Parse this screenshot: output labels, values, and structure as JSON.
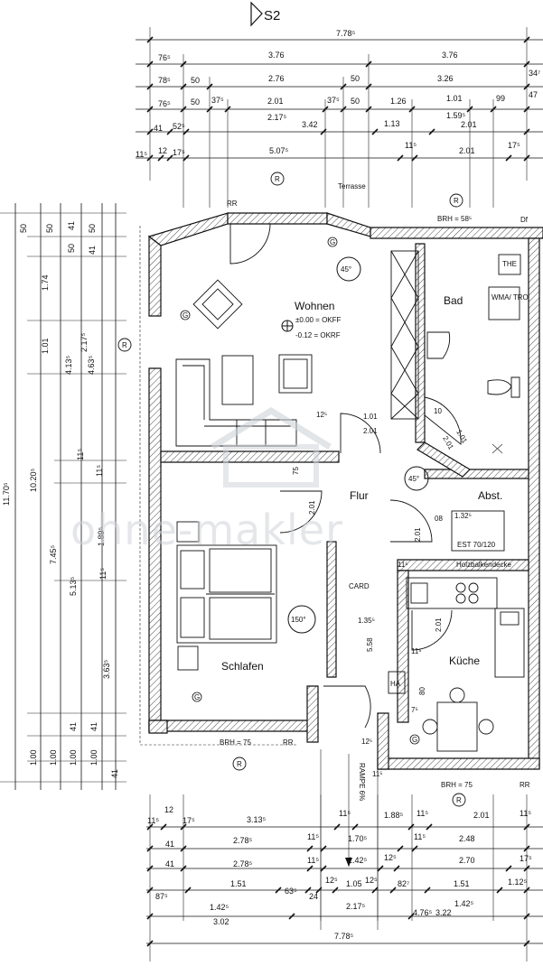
{
  "section_marker": "S2",
  "watermark": "ohne-makler",
  "rooms": {
    "wohnen": "Wohnen",
    "bad": "Bad",
    "flur": "Flur",
    "abst": "Abst.",
    "schlafen": "Schlafen",
    "kueche": "Küche",
    "terrasse": "Terrasse"
  },
  "level_labels": {
    "okff": "±0.00 = OKFF",
    "okrf": "-0.12 = OKRF"
  },
  "equipment_labels": {
    "the": "THE",
    "wma_tro": "WMA/ TRO",
    "card": "CARD",
    "ha": "HA",
    "est": "EST 70/120",
    "holzbalkendecke": "Holzbalkendecke",
    "rampe": "RAMPE 6%",
    "dim_132": "1.32⁵",
    "d08": "08"
  },
  "marks": {
    "r": "R",
    "rr": "RR",
    "g": "G",
    "df": "Df",
    "brh_58": "BRH = 58⁵",
    "brh_75_left": "BRH = 75",
    "brh_75_right": "BRH = 75"
  },
  "angles": {
    "a1": "45°",
    "a2": "45°",
    "a3": "150°"
  },
  "top_dims": {
    "r1": [
      "7.78⁵"
    ],
    "r2": [
      "76⁵",
      "3.76",
      "3.76"
    ],
    "r3": [
      "78⁵",
      "50",
      "2.76",
      "50",
      "3.26",
      "34⁷"
    ],
    "r4": [
      "76⁵",
      "50",
      "37⁵",
      "2.01",
      "37⁵",
      "50",
      "1.26",
      "1.01",
      "99",
      "47"
    ],
    "r5": [
      "41",
      "52⁵",
      "2.17⁵",
      "3.42",
      "1.13",
      "1.59⁵",
      "2.01"
    ],
    "r6": [
      "11⁵",
      "12",
      "17⁵",
      "5.07⁵",
      "11⁵",
      "2.01",
      "17⁵"
    ]
  },
  "bottom_dims": {
    "r1": [
      "11⁵",
      "12",
      "17⁵",
      "3.13⁵",
      "11⁵",
      "1.88⁵",
      "11⁵",
      "2.01",
      "11⁵"
    ],
    "r2": [
      "41",
      "2.78⁵",
      "11⁵",
      "1.70⁵",
      "11⁵",
      "2.48"
    ],
    "r3": [
      "41",
      "2.78⁵",
      "11⁵",
      "1.42⁵",
      "12⁵",
      "2.70",
      "17⁵"
    ],
    "r4": [
      "87⁵",
      "1.51",
      "63⁵",
      "24",
      "12⁵",
      "1.05",
      "12⁵",
      "82⁷",
      "1.51",
      "1.12⁵"
    ],
    "r5": [
      "3.02",
      "1.42⁵",
      "2.17⁵",
      "4.76⁵",
      "3.22",
      "1.42⁵"
    ],
    "r6": [
      "7.78⁵"
    ]
  },
  "left_dims": {
    "c0": [
      "11.70⁵"
    ],
    "c1": [
      "10.20⁵",
      "1.00"
    ],
    "c2": [
      "50",
      "1.74",
      "1.01",
      "7.45⁵",
      "1.00"
    ],
    "c3": [
      "50",
      "4.13⁵",
      "5.13⁵",
      "41",
      "1.00"
    ],
    "c4": [
      "41",
      "50",
      "2.17⁵",
      "11⁵",
      "1.89⁵",
      "11⁵",
      "3.63⁵",
      "41",
      "1.00"
    ],
    "c5": [
      "50",
      "41",
      "4.63⁵",
      "11⁵",
      "41"
    ]
  },
  "interior_dims": {
    "d1": "12⁵",
    "d2": "1.01",
    "d3": "2.01",
    "d4": "1.01",
    "d5": "2.01",
    "d6": "75",
    "d7": "2.01",
    "d8": "2.01",
    "d9": "1.35⁵",
    "d10": "5.58",
    "d11": "2.01",
    "d12": "80",
    "d13": "11⁵",
    "d14": "11⁵",
    "d15": "7⁵",
    "d16": "12⁵",
    "d17": "11⁵",
    "d18": "10"
  }
}
